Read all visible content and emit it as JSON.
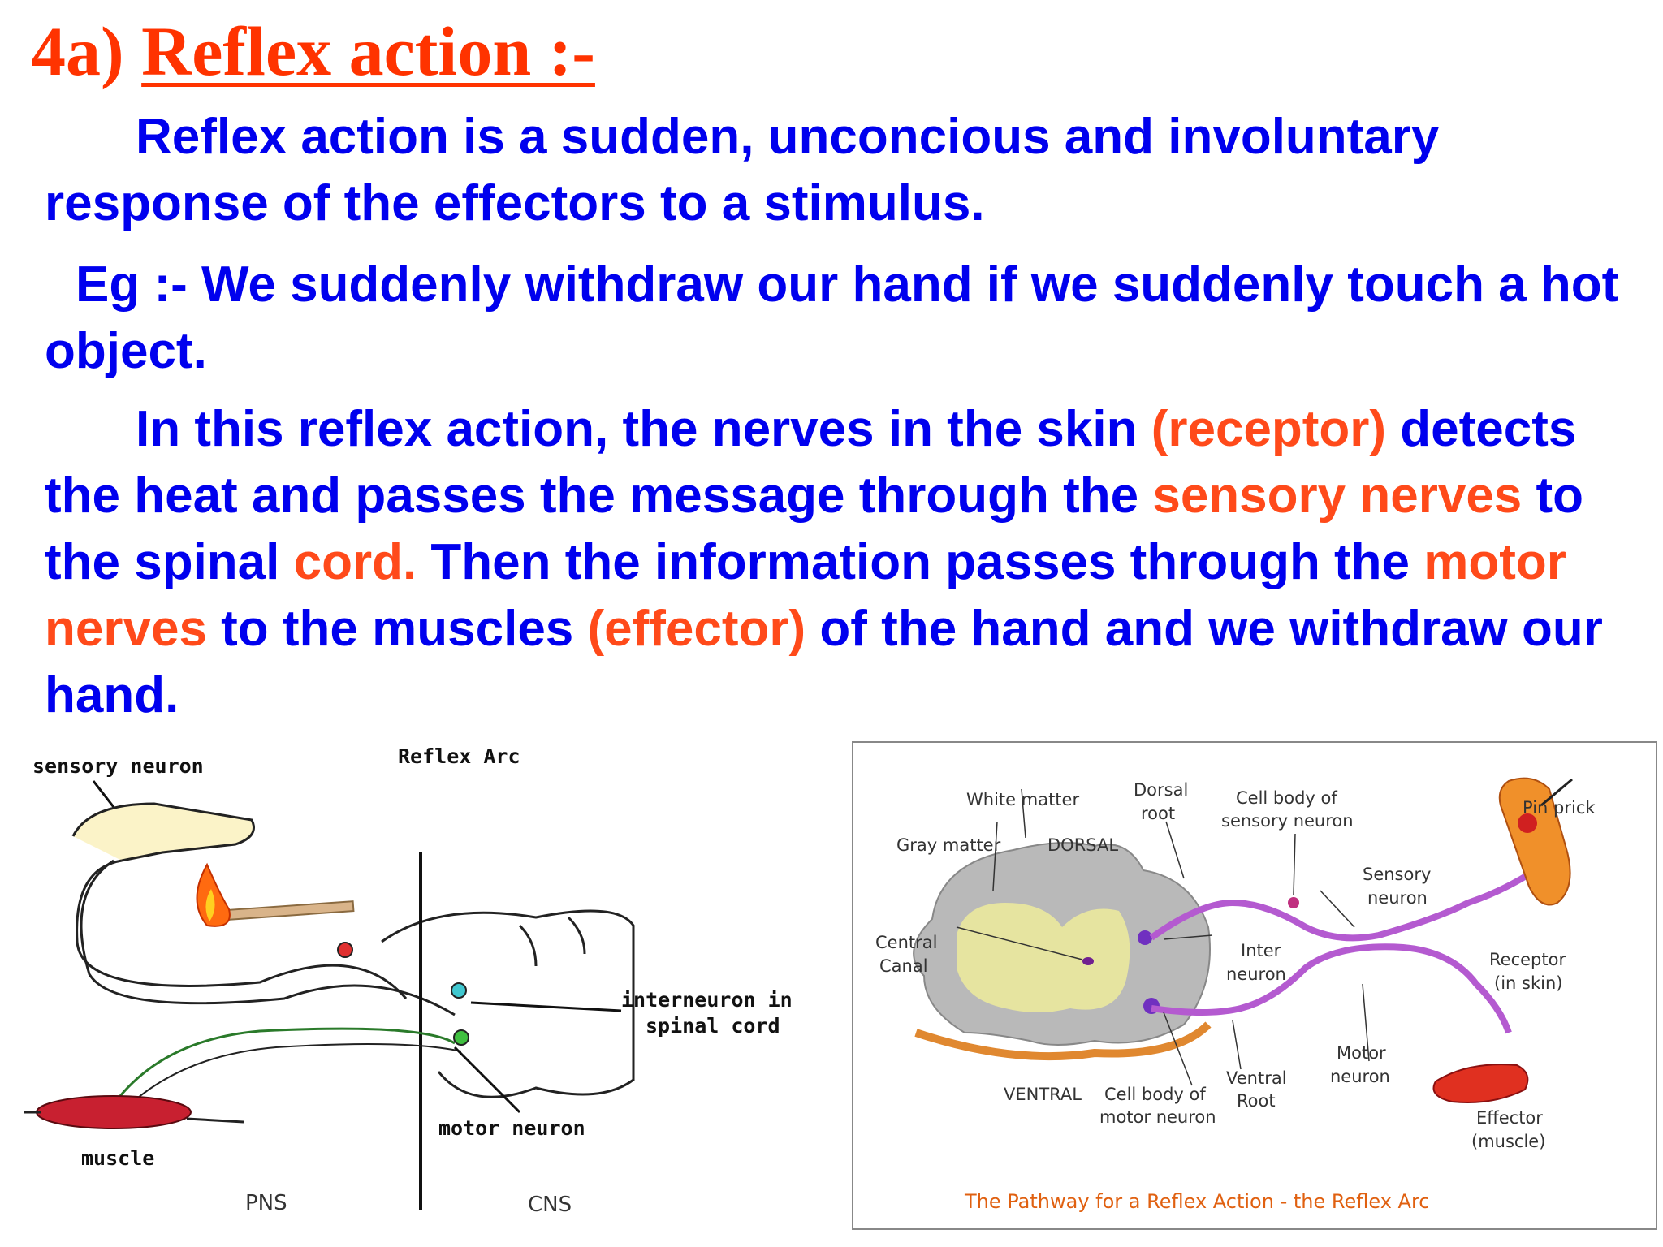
{
  "heading": {
    "number": "4a)",
    "title": "Reflex action :-"
  },
  "paragraph1": {
    "text": "Reflex action is a sudden, unconcious and involuntary response of the effectors to a stimulus."
  },
  "paragraph2": {
    "prefix": "Eg :-",
    "text": " We suddenly withdraw our hand if we suddenly touch a hot object."
  },
  "paragraph3": {
    "s1": "In this reflex action, the nerves in the skin ",
    "receptor": "(receptor)",
    "s2": " detects the heat and passes the message through the ",
    "sensory": "sensory nerves",
    "s3": " to the spinal ",
    "cord": "cord.",
    "s4": " Then the information passes through the ",
    "motor": "motor nerves",
    "s5": " to the muscles ",
    "effector": "(effector)",
    "s6": " of the hand and we withdraw our hand."
  },
  "diagram_left": {
    "title": "Reflex Arc",
    "labels": {
      "sensory_neuron": "sensory neuron",
      "interneuron_line1": "interneuron in",
      "interneuron_line2": "spinal cord",
      "motor_neuron": "motor neuron",
      "muscle": "muscle",
      "pns": "PNS",
      "cns": "CNS"
    }
  },
  "diagram_right": {
    "labels": {
      "white_matter": "White matter",
      "dorsal_root_1": "Dorsal",
      "dorsal_root_2": "root",
      "cell_body_sensory_1": "Cell body of",
      "cell_body_sensory_2": "sensory neuron",
      "pin_prick": "Pin prick",
      "gray_matter": "Gray matter",
      "dorsal": "DORSAL",
      "sensory_neuron_1": "Sensory",
      "sensory_neuron_2": "neuron",
      "central_canal_1": "Central",
      "central_canal_2": "Canal",
      "inter_neuron_1": "Inter",
      "inter_neuron_2": "neuron",
      "receptor_1": "Receptor",
      "receptor_2": "(in skin)",
      "motor_neuron_1": "Motor",
      "motor_neuron_2": "neuron",
      "ventral_root_1": "Ventral",
      "ventral_root_2": "Root",
      "ventral": "VENTRAL",
      "cell_body_motor_1": "Cell body of",
      "cell_body_motor_2": "motor neuron",
      "effector_1": "Effector",
      "effector_2": "(muscle)",
      "caption": "The Pathway for a Reflex Action - the Reflex Arc"
    }
  },
  "colors": {
    "heading": "#ff3300",
    "body": "#0000ee",
    "highlight": "#ff4a1a"
  }
}
